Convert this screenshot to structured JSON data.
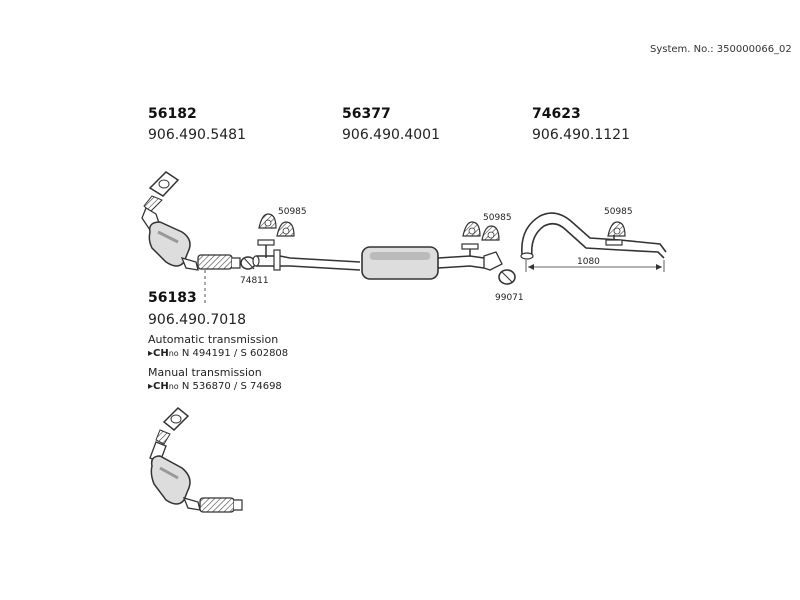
{
  "system_no": "System. No.: 350000066_02",
  "parts": {
    "p56182": {
      "part": "56182",
      "ref": "906.490.5481"
    },
    "p56377": {
      "part": "56377",
      "ref": "906.490.4001"
    },
    "p74623": {
      "part": "74623",
      "ref": "906.490.1121"
    },
    "p56183": {
      "part": "56183",
      "ref": "906.490.7018"
    }
  },
  "notes": {
    "auto_label": "Automatic transmission",
    "auto_ch_prefix": "▸CH",
    "auto_ch_no": "no",
    "auto_ch_range": "N 494191 / S 602808",
    "manual_label": "Manual transmission",
    "manual_ch_prefix": "▸CH",
    "manual_ch_no": "no",
    "manual_ch_range": "N 536870 / S 74698"
  },
  "callouts": {
    "c50985_a": "50985",
    "c50985_b": "50985",
    "c50985_c": "50985",
    "c74811": "74811",
    "c99071": "99071",
    "dim_1080": "1080"
  }
}
